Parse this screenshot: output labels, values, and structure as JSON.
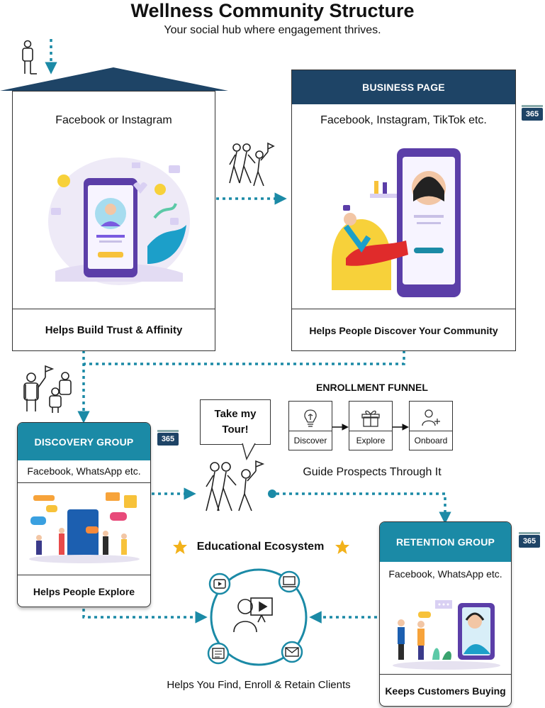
{
  "header": {
    "title": "Wellness Community Structure",
    "subtitle": "Your social hub where engagement thrives."
  },
  "personal_profile": {
    "title": "PERSONAL PROFILE",
    "platforms": "Facebook or Instagram",
    "footer": "Helps Build Trust & Affinity"
  },
  "business_page": {
    "title": "BUSINESS PAGE",
    "platforms": "Facebook, Instagram, TikTok etc.",
    "footer": "Helps People Discover Your Community",
    "badge": "365"
  },
  "discovery_group": {
    "title": "DISCOVERY GROUP",
    "platforms": "Facebook, WhatsApp etc.",
    "footer": "Helps People Explore",
    "badge": "365"
  },
  "retention_group": {
    "title": "RETENTION GROUP",
    "platforms": "Facebook, WhatsApp etc.",
    "footer": "Keeps Customers Buying",
    "badge": "365"
  },
  "funnel": {
    "title": "ENROLLMENT FUNNEL",
    "steps": [
      {
        "label": "Discover",
        "icon": "lightbulb-icon"
      },
      {
        "label": "Explore",
        "icon": "gift-box-icon"
      },
      {
        "label": "Onboard",
        "icon": "add-user-icon"
      }
    ],
    "caption": "Guide Prospects Through It"
  },
  "tour_bubble": {
    "line1": "Take my",
    "line2": "Tour!"
  },
  "ecosystem": {
    "title": "Educational Ecosystem",
    "caption": "Helps You Find, Enroll & Retain Clients",
    "icons": [
      "video-icon",
      "webinar-icon",
      "article-icon",
      "email-icon",
      "presenter-icon"
    ]
  },
  "colors": {
    "navy": "#1e4466",
    "teal": "#1b8aa6",
    "star": "#f2b21b",
    "purple": "#5b3ea8"
  }
}
